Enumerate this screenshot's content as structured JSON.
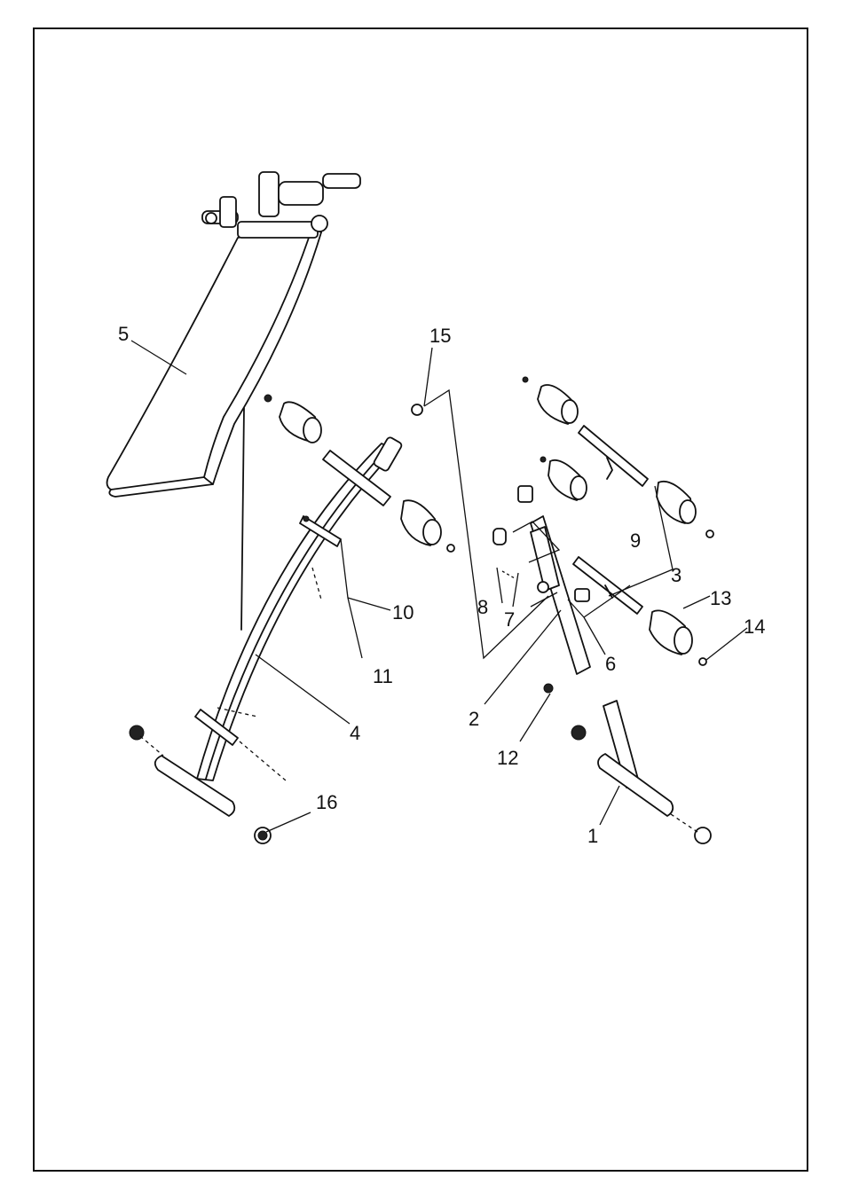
{
  "diagram": {
    "type": "exploded-assembly",
    "part_labels": [
      {
        "id": "p1",
        "text": "1"
      },
      {
        "id": "p2",
        "text": "2"
      },
      {
        "id": "p3",
        "text": "3"
      },
      {
        "id": "p4",
        "text": "4"
      },
      {
        "id": "p5",
        "text": "5"
      },
      {
        "id": "p6",
        "text": "6"
      },
      {
        "id": "p7",
        "text": "7"
      },
      {
        "id": "p8",
        "text": "8"
      },
      {
        "id": "p9",
        "text": "9"
      },
      {
        "id": "p10",
        "text": "10"
      },
      {
        "id": "p11",
        "text": "11"
      },
      {
        "id": "p12",
        "text": "12"
      },
      {
        "id": "p13",
        "text": "13"
      },
      {
        "id": "p14",
        "text": "14"
      },
      {
        "id": "p15",
        "text": "15"
      },
      {
        "id": "p16",
        "text": "16"
      }
    ]
  }
}
